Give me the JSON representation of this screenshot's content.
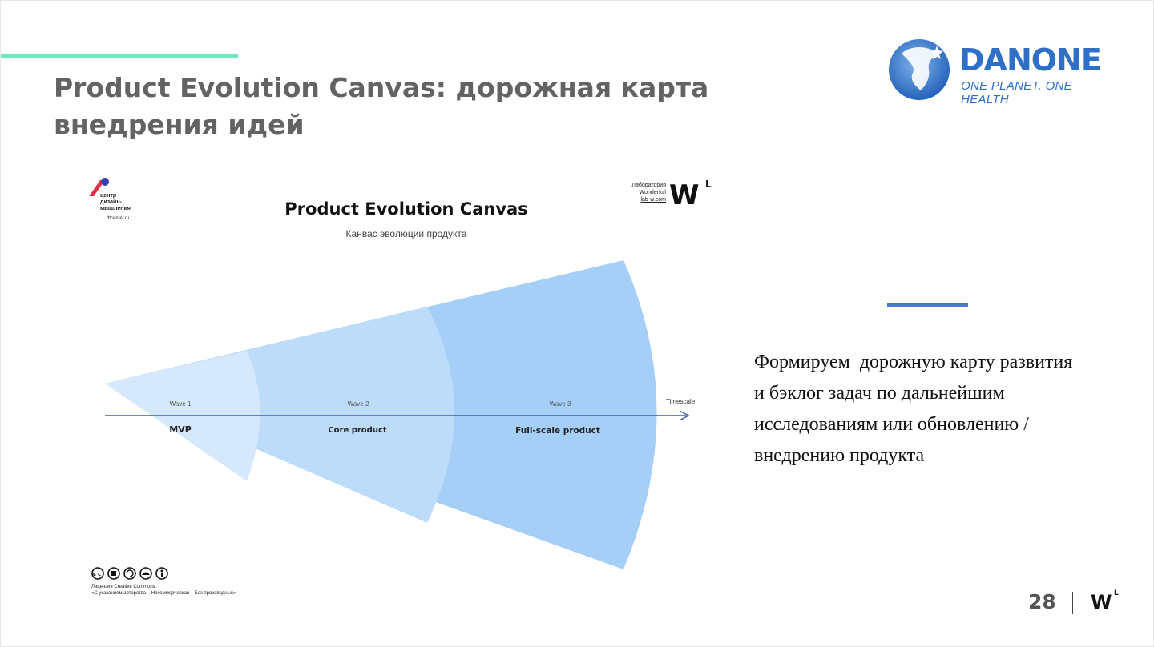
{
  "slide": {
    "title_line1": "Product Evolution Canvas: дорожная карта",
    "title_line2": "внедрения идей",
    "logo": {
      "wordmark": "DANONE",
      "tagline": "ONE PLANET. ONE HEALTH",
      "brand_color": "#2f6fc6"
    },
    "accent_color": "#6fe8c4",
    "description_lines": [
      "Формируем  дорожную карту развития",
      "и бэклог задач по дальнейшим",
      "исследованиям или обновлению /",
      "внедрению продукта"
    ],
    "page_number": "28",
    "footer_logo": "W",
    "footer_logo_sup": "L"
  },
  "canvas": {
    "title": "Product Evolution Canvas",
    "subtitle": "Канвас эволюции продукта",
    "dt_logo_lines": [
      "центр",
      "дизайн-",
      "мышления"
    ],
    "dt_logo_url": "dtcenter.ru",
    "wl_lines": [
      "Лаборатория",
      "Wonderfull",
      "lab-w.com"
    ],
    "wl_mark": "W",
    "wl_sup": "L",
    "timescale_label": "Timescale",
    "waves": [
      {
        "wave": "Wave 1",
        "name": "MVP",
        "color": "#d6e8fb"
      },
      {
        "wave": "Wave 2",
        "name": "Core product",
        "color": "#bcdcfa"
      },
      {
        "wave": "Wave 3",
        "name": "Full-scale product",
        "color": "#a6cff7"
      }
    ],
    "license_icons": "ⓒⓑⓘⓢⓘ",
    "license_lines": [
      "Лицензия Creative Commons:",
      "«С указанием авторства – Некоммерческая – Без производных»"
    ]
  }
}
